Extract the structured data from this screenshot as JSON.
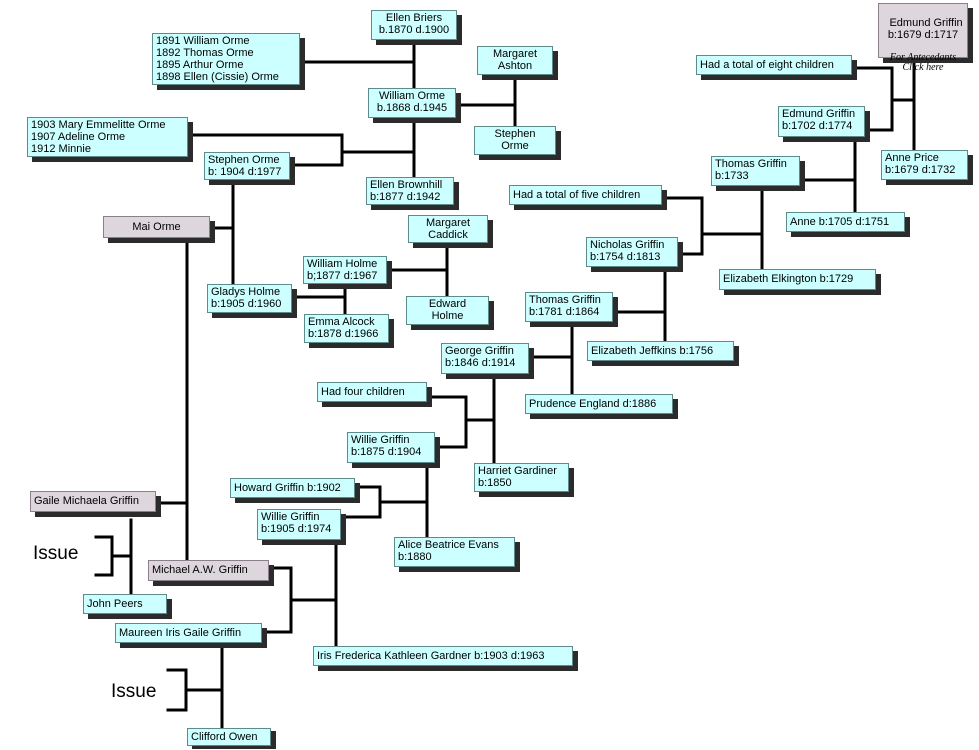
{
  "people": {
    "ellen_briers": "Ellen Briers\nb.1870 d.1900",
    "orme_children": "1891 William Orme\n1892 Thomas Orme\n1895 Arthur Orme\n1898 Ellen (Cissie) Orme",
    "margaret_ashton": "Margaret\nAshton",
    "william_orme": "William Orme\nb.1868 d.1945",
    "stephen_orme_1": "Stephen\nOrme",
    "stephen_orme_children": "1903 Mary Emmelitte Orme\n1907 Adeline Orme\n1912 Minnie",
    "stephen_orme": "Stephen Orme\nb: 1904 d:1977",
    "ellen_brownhill": "Ellen Brownhill\nb:1877 d:1942",
    "mai_orme": "Mai Orme",
    "margaret_caddick": "Margaret\nCaddick",
    "william_holme": "William Holme\nb;1877 d:1967",
    "gladys_holme": "Gladys Holme\nb:1905 d:1960",
    "edward_holme": "Edward\nHolme",
    "emma_alcock": "Emma Alcock\nb:1878 d:1966",
    "edmund_griffin_1679": "Edmund Griffin\nb:1679 d:1717",
    "antecedants_link": "For Antecedants\nClick here",
    "eight_children": "Had a total of eight children",
    "edmund_griffin_1702": "Edmund Griffin\nb:1702 d:1774",
    "anne_price": "Anne Price\nb:1679 d:1732",
    "thomas_griffin_1733": "Thomas Griffin\nb:1733",
    "five_children": "Had a total of five children",
    "anne_1705": "Anne b:1705 d:1751",
    "nicholas_griffin": "Nicholas Griffin\nb:1754 d:1813",
    "elizabeth_elkington": "Elizabeth Elkington b:1729",
    "thomas_griffin_1781": "Thomas Griffin\nb:1781 d:1864",
    "elizabeth_jeffkins": "Elizabeth Jeffkins b:1756",
    "george_griffin": "George Griffin\nb:1846 d:1914",
    "prudence_england": "Prudence England d:1886",
    "four_children": "Had four children",
    "willie_griffin_1875": "Willie Griffin\nb:1875 d:1904",
    "harriet_gardiner": "Harriet Gardiner\nb:1850",
    "howard_griffin": "Howard Griffin b:1902",
    "willie_griffin_1905": "Willie Griffin\nb:1905 d:1974",
    "alice_evans": "Alice Beatrice Evans\nb:1880",
    "gaile_michaela": "Gaile Michaela Griffin",
    "michael_griffin": "Michael A.W. Griffin",
    "john_peers": "John Peers",
    "maureen_griffin": "Maureen Iris Gaile Griffin",
    "iris_gardner": "Iris Frederica Kathleen Gardner b:1903 d:1963",
    "clifford_owen": "Clifford Owen"
  },
  "labels": {
    "issue_1": "Issue",
    "issue_2": "Issue"
  },
  "colors": {
    "box_fill": "#ccffff",
    "grey_fill": "#ddd6dd",
    "line": "#000000",
    "shadow": "#2b2b2b"
  }
}
